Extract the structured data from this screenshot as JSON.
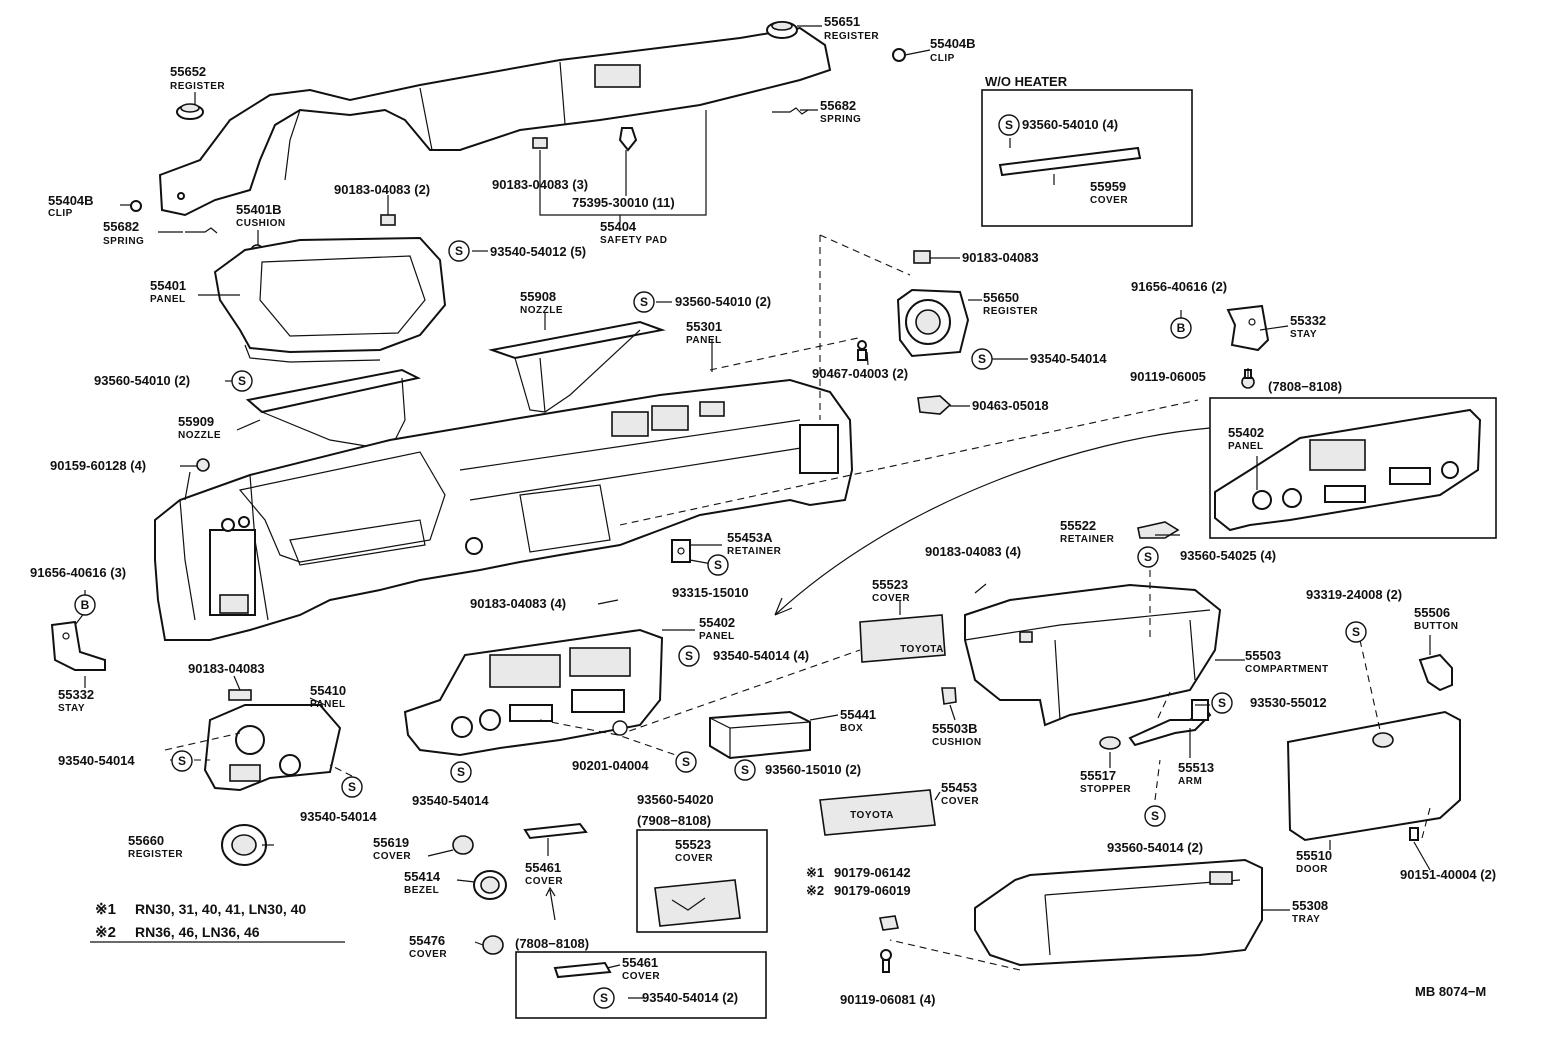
{
  "parts": {
    "p55651": {
      "num": "55651",
      "name": "REGISTER"
    },
    "p55404b_top": {
      "num": "55404B",
      "name": "CLIP"
    },
    "p55652": {
      "num": "55652",
      "name": "REGISTER"
    },
    "p55682_top": {
      "num": "55682",
      "name": "SPRING"
    },
    "p55404b_left": {
      "num": "55404B",
      "name": "CLIP"
    },
    "p55682_left": {
      "num": "55682",
      "name": "SPRING"
    },
    "p55401b": {
      "num": "55401B",
      "name": "CUSHION"
    },
    "p55404": {
      "num": "55404",
      "name": "SAFETY PAD"
    },
    "p55959": {
      "num": "55959",
      "name": "COVER"
    },
    "p55401": {
      "num": "55401",
      "name": "PANEL"
    },
    "p55908": {
      "num": "55908",
      "name": "NOZZLE"
    },
    "p55301": {
      "num": "55301",
      "name": "PANEL"
    },
    "p55650": {
      "num": "55650",
      "name": "REGISTER"
    },
    "p55332_right": {
      "num": "55332",
      "name": "STAY"
    },
    "p55909": {
      "num": "55909",
      "name": "NOZZLE"
    },
    "p55402_inset": {
      "num": "55402",
      "name": "PANEL"
    },
    "p55453a": {
      "num": "55453A",
      "name": "RETAINER"
    },
    "p55522": {
      "num": "55522",
      "name": "RETAINER"
    },
    "p55523": {
      "num": "55523",
      "name": "COVER"
    },
    "p55402": {
      "num": "55402",
      "name": "PANEL"
    },
    "p55506": {
      "num": "55506",
      "name": "BUTTON"
    },
    "p55503": {
      "num": "55503",
      "name": "COMPARTMENT"
    },
    "p55332_left": {
      "num": "55332",
      "name": "STAY"
    },
    "p55410": {
      "num": "55410",
      "name": "PANEL"
    },
    "p55441": {
      "num": "55441",
      "name": "BOX"
    },
    "p55503b": {
      "num": "55503B",
      "name": "CUSHION"
    },
    "p55517": {
      "num": "55517",
      "name": "STOPPER"
    },
    "p55513": {
      "num": "55513",
      "name": "ARM"
    },
    "p55453": {
      "num": "55453",
      "name": "COVER"
    },
    "p55660": {
      "num": "55660",
      "name": "REGISTER"
    },
    "p55619": {
      "num": "55619",
      "name": "COVER"
    },
    "p55461": {
      "num": "55461",
      "name": "COVER"
    },
    "p55523_inset": {
      "num": "55523",
      "name": "COVER"
    },
    "p55510": {
      "num": "55510",
      "name": "DOOR"
    },
    "p55414": {
      "num": "55414",
      "name": "BEZEL"
    },
    "p55308": {
      "num": "55308",
      "name": "TRAY"
    },
    "p55476": {
      "num": "55476",
      "name": "COVER"
    },
    "p55461_inset": {
      "num": "55461",
      "name": "COVER"
    }
  },
  "fasteners": {
    "f1": "90183-04083 (2)",
    "f2": "90183-04083 (3)",
    "f3": "75395-30010 (11)",
    "f4": "93540-54012 (5)",
    "f5": "93560-54010 (4)",
    "f6": "90183-04083",
    "f7": "93560-54010 (2)",
    "f8": "91656-40616 (2)",
    "f9": "93540-54014",
    "f10": "90467-04003 (2)",
    "f11": "93560-54010 (2)",
    "f12": "90119-06005",
    "f13": "90463-05018",
    "f14": "90159-60128 (4)",
    "f15": "93560-54025 (4)",
    "f16": "91656-40616 (3)",
    "f17": "93315-15010",
    "f18": "90183-04083 (4)",
    "f19": "90183-04083 (4)",
    "f20": "93319-24008 (2)",
    "f21": "93540-54014 (4)",
    "f22": "90183-04083",
    "f23": "93530-55012",
    "f24": "93540-54014",
    "f25": "90201-04004",
    "f26": "93560-15010 (2)",
    "f27": "93540-54014",
    "f28": "93560-54020",
    "f29": "93540-54014",
    "f30": "93560-54014 (2)",
    "f31": "90179-06142",
    "f32": "90179-06019",
    "f33": "90151-40004 (2)",
    "f34": "90119-06081 (4)",
    "f35": "93540-54014 (2)"
  },
  "insets": {
    "wo_heater": "W/O HEATER",
    "date_right": "(7808−8108)",
    "date_cover": "(7908−8108)",
    "date_bottom": "(7808−8108)"
  },
  "symbols": {
    "s": "S",
    "b": "B"
  },
  "notes": {
    "n1_mark": "※1",
    "n1_text": "RN30, 31, 40, 41, LN30, 40",
    "n2_mark": "※2",
    "n2_text": "RN36, 46, LN36, 46"
  },
  "brand": {
    "toyota": "TOYOTA"
  },
  "footer": {
    "code": "MB 8074−M"
  }
}
